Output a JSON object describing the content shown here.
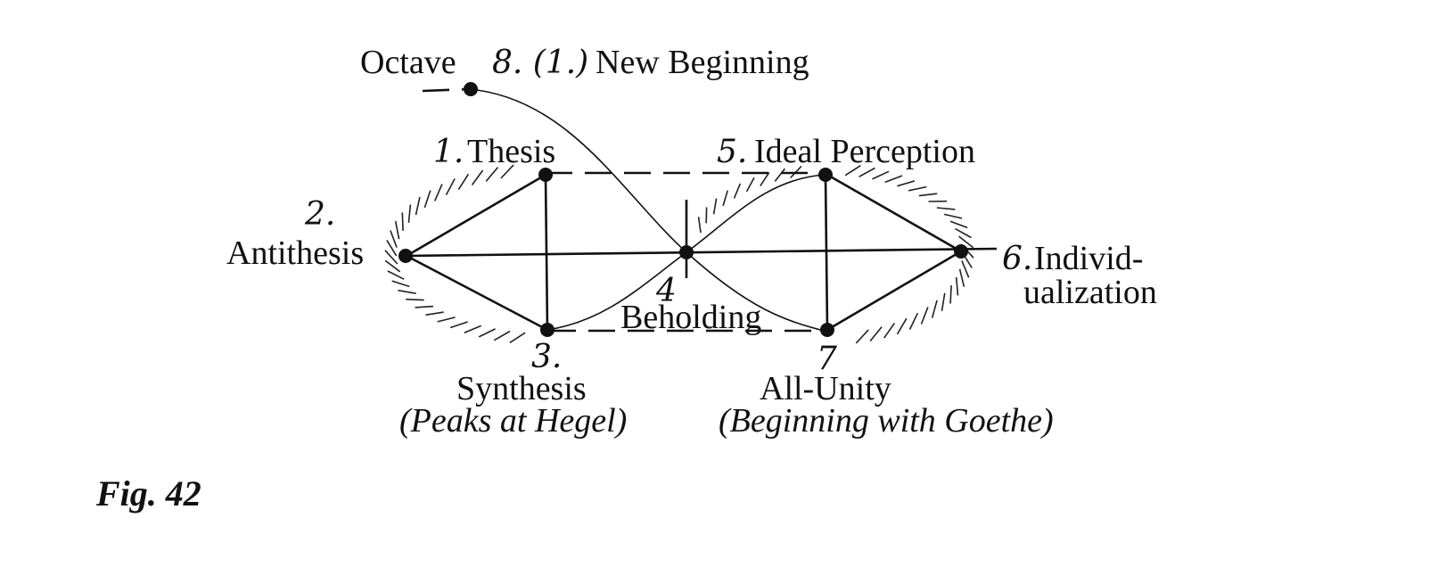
{
  "diagram": {
    "nodes": [
      {
        "id": "octave",
        "labels": [
          "Octave",
          "8. (1.)",
          "New Beginning"
        ]
      },
      {
        "id": "thesis",
        "labels": [
          "1.",
          "Thesis"
        ]
      },
      {
        "id": "antithesis",
        "labels": [
          "2.",
          "Antithesis"
        ]
      },
      {
        "id": "synthesis",
        "labels": [
          "3.",
          "Synthesis",
          "(Peaks at Hegel)"
        ]
      },
      {
        "id": "beholding",
        "labels": [
          "4",
          "Beholding"
        ]
      },
      {
        "id": "ideal-perception",
        "labels": [
          "5.",
          "Ideal Perception"
        ]
      },
      {
        "id": "individualization",
        "labels": [
          "6.",
          "Individ-",
          "ualization"
        ]
      },
      {
        "id": "all-unity",
        "labels": [
          "7",
          "All-Unity",
          "(Beginning with Goethe)"
        ]
      }
    ],
    "edges": [
      {
        "from": "antithesis",
        "to": "thesis",
        "style": "solid"
      },
      {
        "from": "antithesis",
        "to": "synthesis",
        "style": "solid"
      },
      {
        "from": "thesis",
        "to": "synthesis",
        "style": "solid"
      },
      {
        "from": "antithesis",
        "to": "individualization",
        "style": "solid"
      },
      {
        "from": "ideal-perception",
        "to": "individualization",
        "style": "solid"
      },
      {
        "from": "all-unity",
        "to": "individualization",
        "style": "solid"
      },
      {
        "from": "ideal-perception",
        "to": "all-unity",
        "style": "solid"
      },
      {
        "from": "thesis",
        "to": "ideal-perception",
        "style": "dashed"
      },
      {
        "from": "synthesis",
        "to": "all-unity",
        "style": "dashed"
      },
      {
        "from": "octave",
        "to": "all-unity",
        "style": "hatched-curve"
      },
      {
        "from": "synthesis",
        "to": "ideal-perception",
        "style": "hatched-curve"
      }
    ]
  },
  "caption": "Fig. 42"
}
